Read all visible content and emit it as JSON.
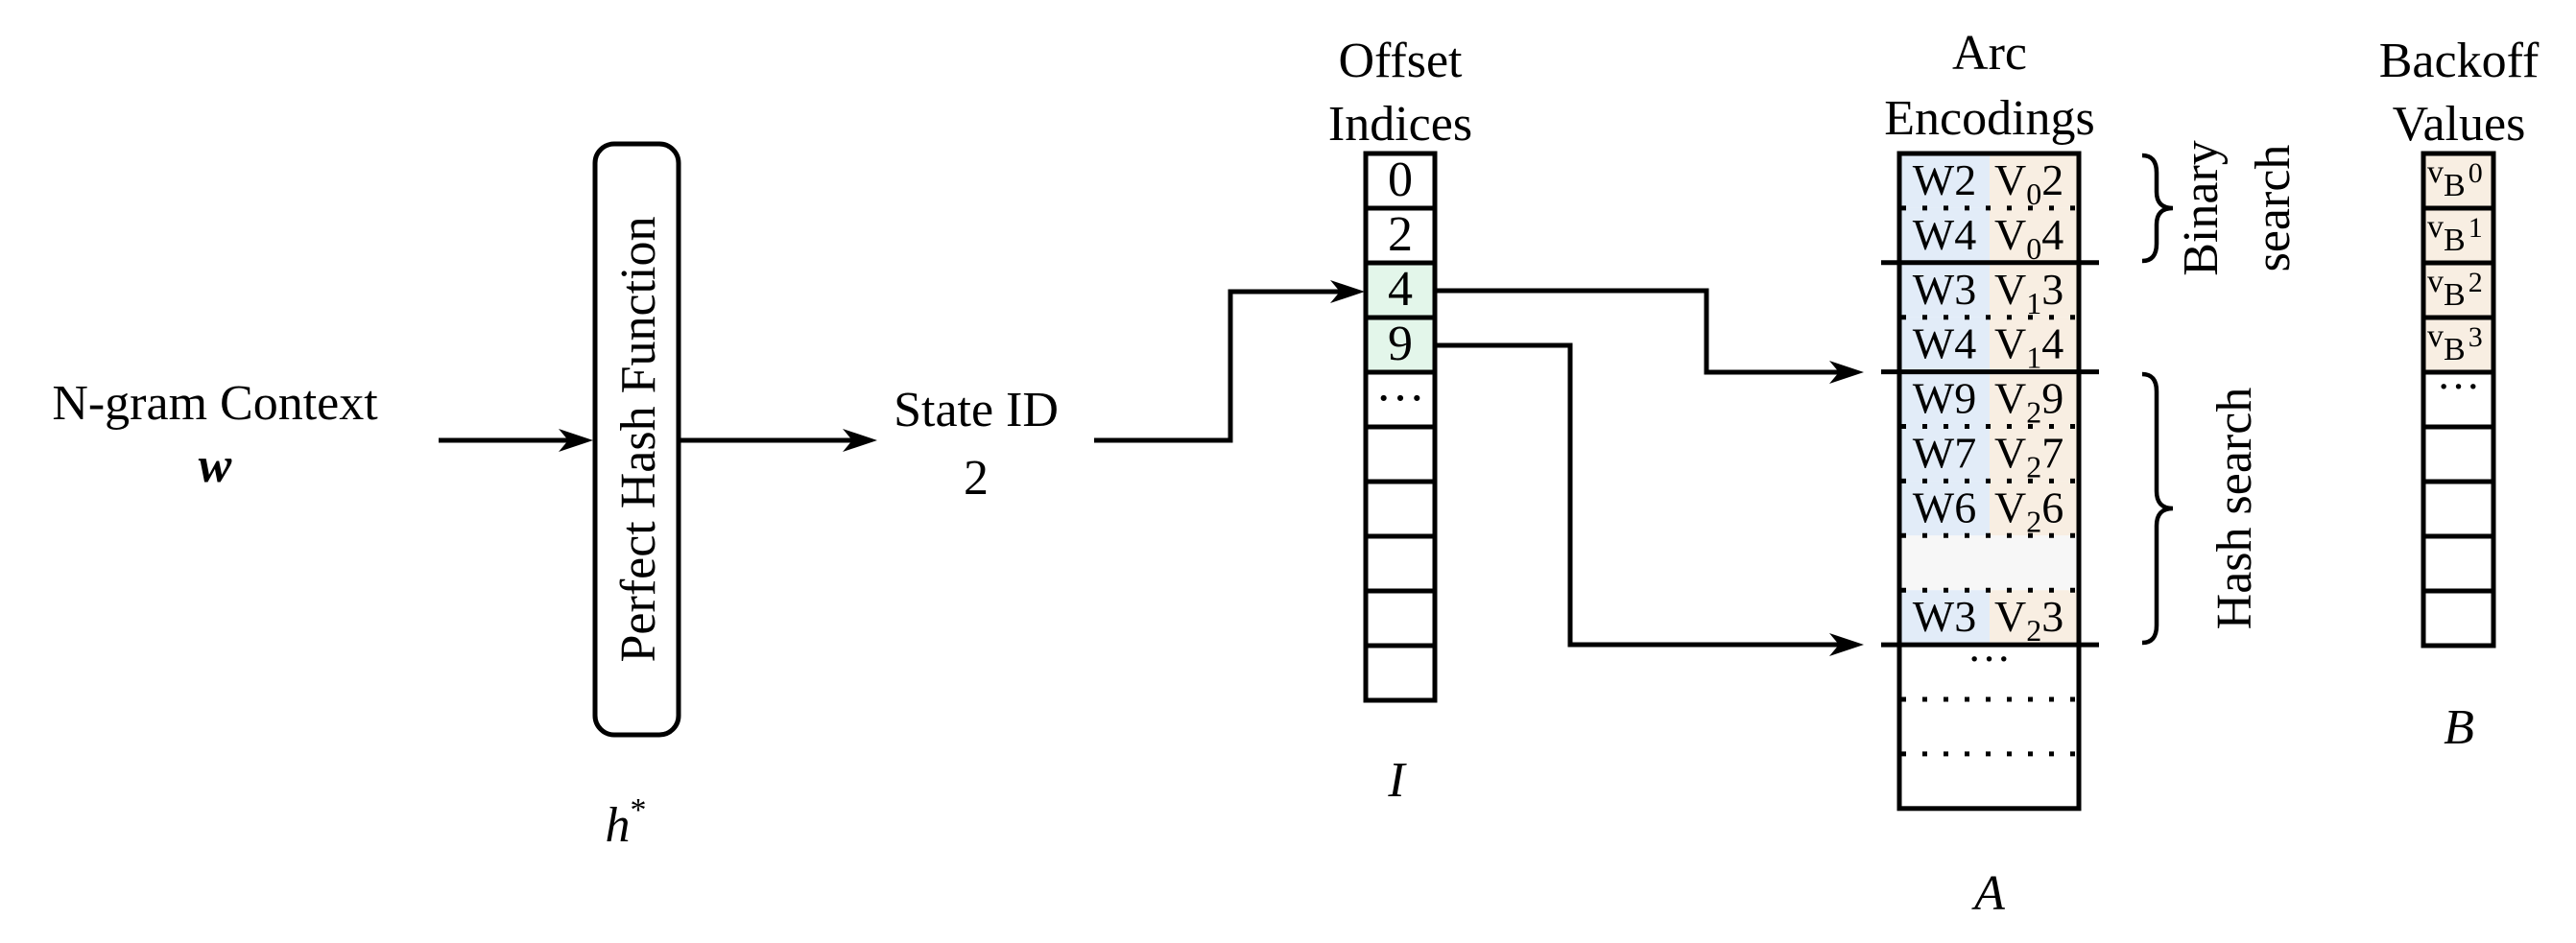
{
  "colors": {
    "offset_highlight": "#e3f6ea",
    "word_column": "#e2ecf8",
    "value_column": "#f8eee2",
    "empty_slot": "#f7f7f7",
    "stroke": "#000000"
  },
  "input": {
    "title": "N-gram Context",
    "symbol": "w"
  },
  "hash_function": {
    "label": "Perfect Hash Function",
    "symbol": "h",
    "symbol_sup": "*"
  },
  "state": {
    "title": "State ID",
    "value": "2"
  },
  "offset_indices": {
    "title_line1": "Offset",
    "title_line2": "Indices",
    "symbol": "I",
    "cells": [
      {
        "value": "0",
        "highlight": false
      },
      {
        "value": "2",
        "highlight": false
      },
      {
        "value": "4",
        "highlight": true
      },
      {
        "value": "9",
        "highlight": true
      },
      {
        "value": "···",
        "highlight": false
      },
      {
        "value": "",
        "highlight": false
      },
      {
        "value": "",
        "highlight": false
      },
      {
        "value": "",
        "highlight": false
      },
      {
        "value": "",
        "highlight": false
      },
      {
        "value": "",
        "highlight": false
      }
    ]
  },
  "arc_encodings": {
    "title_line1": "Arc",
    "title_line2": "Encodings",
    "symbol": "A",
    "rows": [
      {
        "word": "W2",
        "v": "V",
        "sub": "0",
        "val": "2",
        "fill": "filled",
        "sep_below": "dotted"
      },
      {
        "word": "W4",
        "v": "V",
        "sub": "0",
        "val": "4",
        "fill": "filled",
        "sep_below": "solid"
      },
      {
        "word": "W3",
        "v": "V",
        "sub": "1",
        "val": "3",
        "fill": "filled",
        "sep_below": "dotted"
      },
      {
        "word": "W4",
        "v": "V",
        "sub": "1",
        "val": "4",
        "fill": "filled",
        "sep_below": "solid"
      },
      {
        "word": "W9",
        "v": "V",
        "sub": "2",
        "val": "9",
        "fill": "filled",
        "sep_below": "dotted"
      },
      {
        "word": "W7",
        "v": "V",
        "sub": "2",
        "val": "7",
        "fill": "filled",
        "sep_below": "dotted"
      },
      {
        "word": "W6",
        "v": "V",
        "sub": "2",
        "val": "6",
        "fill": "filled",
        "sep_below": "dotted"
      },
      {
        "word": "",
        "v": "",
        "sub": "",
        "val": "",
        "fill": "empty",
        "sep_below": "dotted"
      },
      {
        "word": "W3",
        "v": "V",
        "sub": "2",
        "val": "3",
        "fill": "filled",
        "sep_below": "solid"
      },
      {
        "word": "···",
        "v": "",
        "sub": "",
        "val": "",
        "fill": "none",
        "sep_below": "dotted",
        "centered": true
      },
      {
        "word": "",
        "v": "",
        "sub": "",
        "val": "",
        "fill": "none",
        "sep_below": "dotted"
      },
      {
        "word": "",
        "v": "",
        "sub": "",
        "val": "",
        "fill": "none",
        "sep_below": "none"
      }
    ],
    "braces": [
      {
        "label_lines": [
          "Binary",
          "search"
        ],
        "from_row": 0,
        "to_row": 1
      },
      {
        "label_lines": [
          "Hash search"
        ],
        "from_row": 4,
        "to_row": 8
      }
    ]
  },
  "backoff_values": {
    "title_line1": "Backoff",
    "title_line2": "Values",
    "symbol": "B",
    "cells": [
      {
        "v": "v",
        "sub": "B",
        "val": "0",
        "highlight": true
      },
      {
        "v": "v",
        "sub": "B",
        "val": "1",
        "highlight": true
      },
      {
        "v": "v",
        "sub": "B",
        "val": "2",
        "highlight": true
      },
      {
        "v": "v",
        "sub": "B",
        "val": "3",
        "highlight": true
      },
      {
        "v": "···",
        "sub": "",
        "val": "",
        "highlight": false
      },
      {
        "v": "",
        "sub": "",
        "val": "",
        "highlight": false
      },
      {
        "v": "",
        "sub": "",
        "val": "",
        "highlight": false
      },
      {
        "v": "",
        "sub": "",
        "val": "",
        "highlight": false
      },
      {
        "v": "",
        "sub": "",
        "val": "",
        "highlight": false
      }
    ]
  },
  "connections": [
    {
      "from": "input",
      "to": "hash_function"
    },
    {
      "from": "hash_function",
      "to": "state"
    },
    {
      "from": "state",
      "to": "offset_indices.cells.2"
    },
    {
      "from": "offset_indices.cells.2",
      "to": "arc_encodings.rows.4"
    },
    {
      "from": "offset_indices.cells.3",
      "to": "arc_encodings.rows.9"
    }
  ]
}
